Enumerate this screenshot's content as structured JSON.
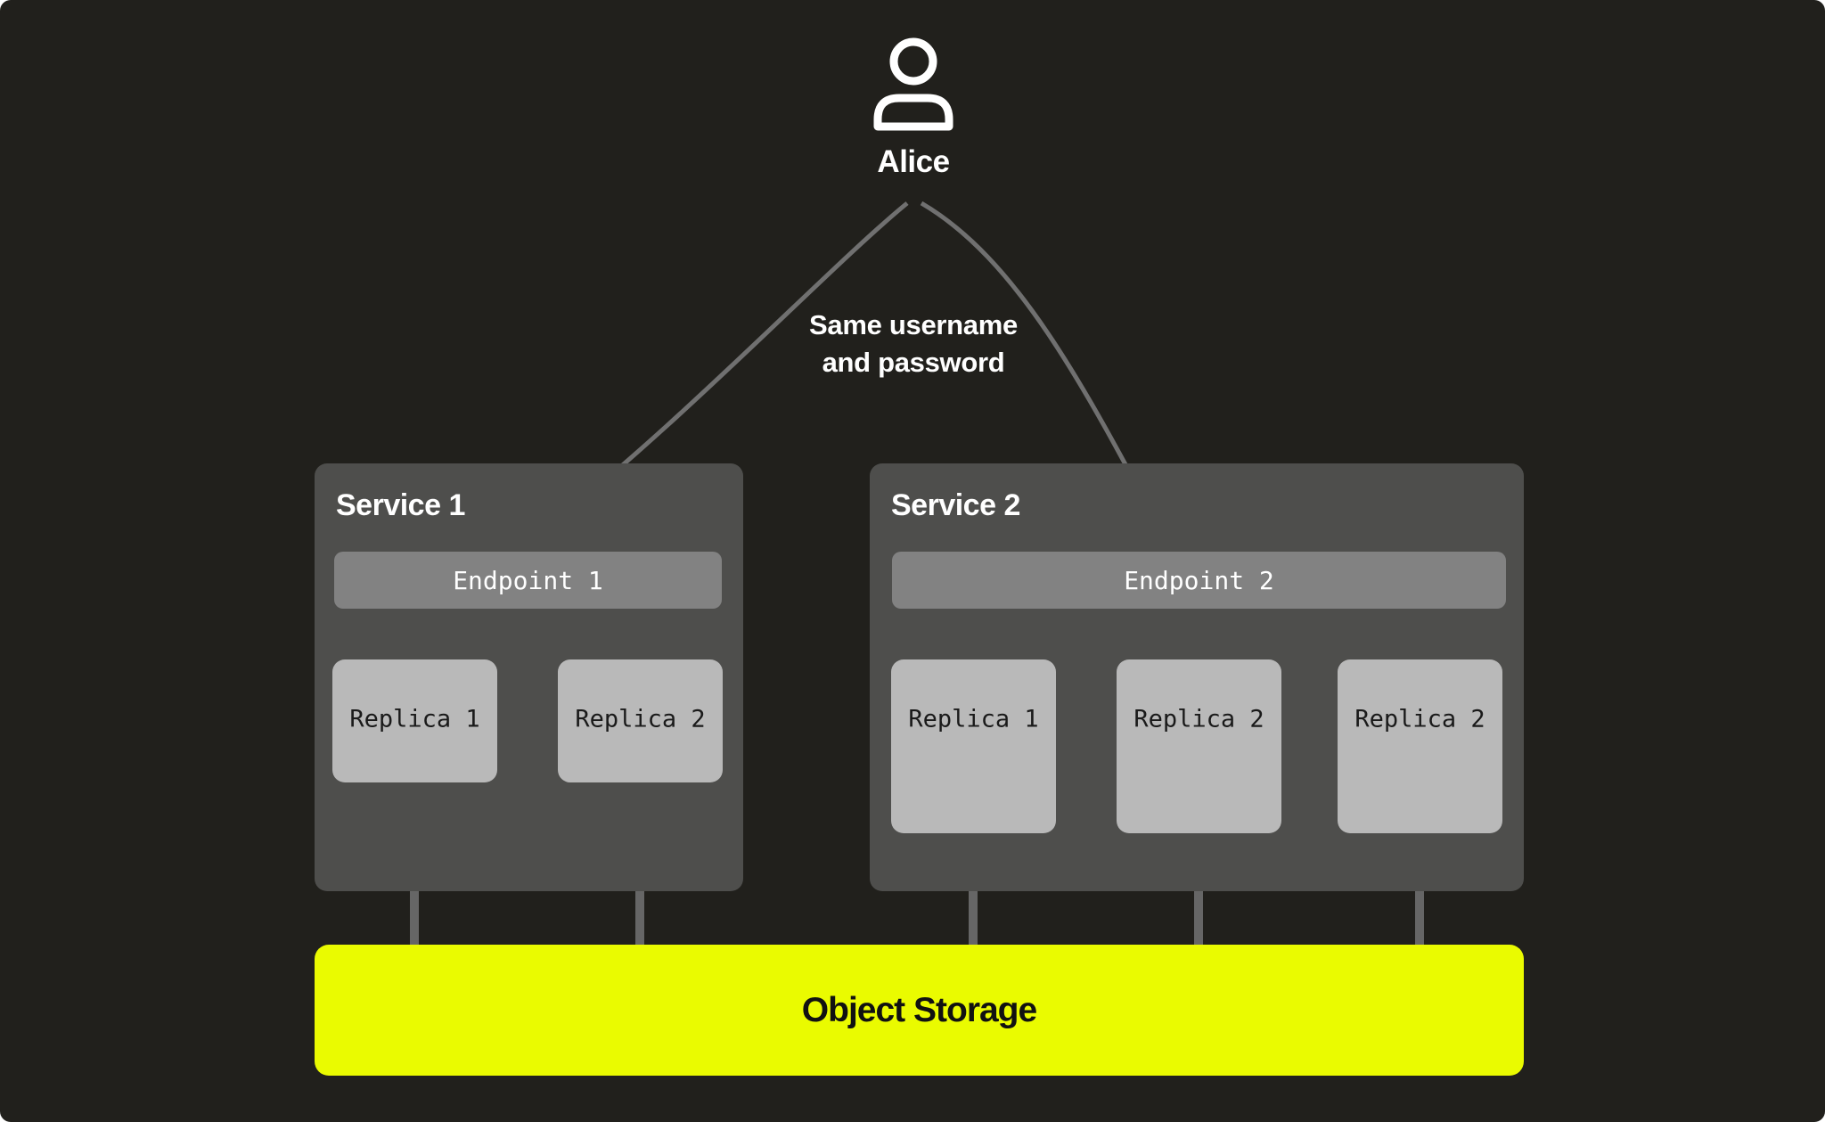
{
  "user": {
    "name": "Alice"
  },
  "note": {
    "line1": "Same username",
    "line2": "and password"
  },
  "services": [
    {
      "title": "Service 1",
      "endpoint": "Endpoint 1",
      "replicas": [
        "Replica 1",
        "Replica 2"
      ]
    },
    {
      "title": "Service 2",
      "endpoint": "Endpoint 2",
      "replicas": [
        "Replica 1",
        "Replica 2",
        "Replica 2"
      ]
    }
  ],
  "storage": {
    "label": "Object Storage"
  },
  "colors": {
    "background": "#21201c",
    "service_box": "#4e4e4c",
    "endpoint_bar": "#828282",
    "replica_box": "#b9b9b9",
    "storage_bar": "#eafb00",
    "connector_line": "#666666",
    "arrow": "#707070",
    "text_light": "#ffffff",
    "text_dark": "#1a1a1a"
  }
}
